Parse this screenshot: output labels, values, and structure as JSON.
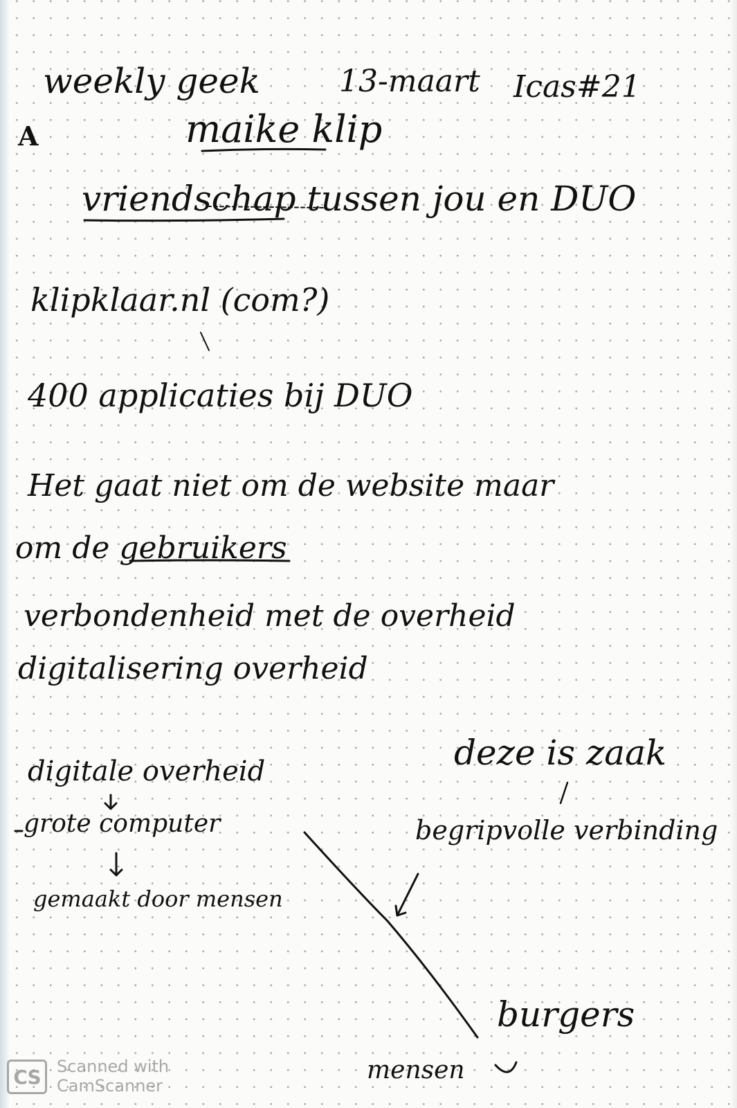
{
  "header": {
    "title": "weekly geek",
    "date": "13-maart",
    "episode": "Icas#21",
    "mark": "A"
  },
  "speaker": "maike klip",
  "topic": "vriendschap tussen jou en DUO",
  "lines": [
    "klipklaar.nl (com?)",
    "400 applicaties bij DUO",
    "Het gaat niet om de website maar",
    "om de gebruikers",
    "verbondenheid met de overheid",
    "digitalisering overheid"
  ],
  "diagram": {
    "left": [
      "digitale overheid",
      "grote computer",
      "gemaakt door mensen"
    ],
    "right_top": "deze is zaak",
    "right_middle": "begripvolle verbinding",
    "right_bottom": "burgers",
    "bottom": "mensen"
  },
  "watermark": {
    "logo": "CS",
    "line1": "Scanned with",
    "line2": "CamScanner"
  }
}
